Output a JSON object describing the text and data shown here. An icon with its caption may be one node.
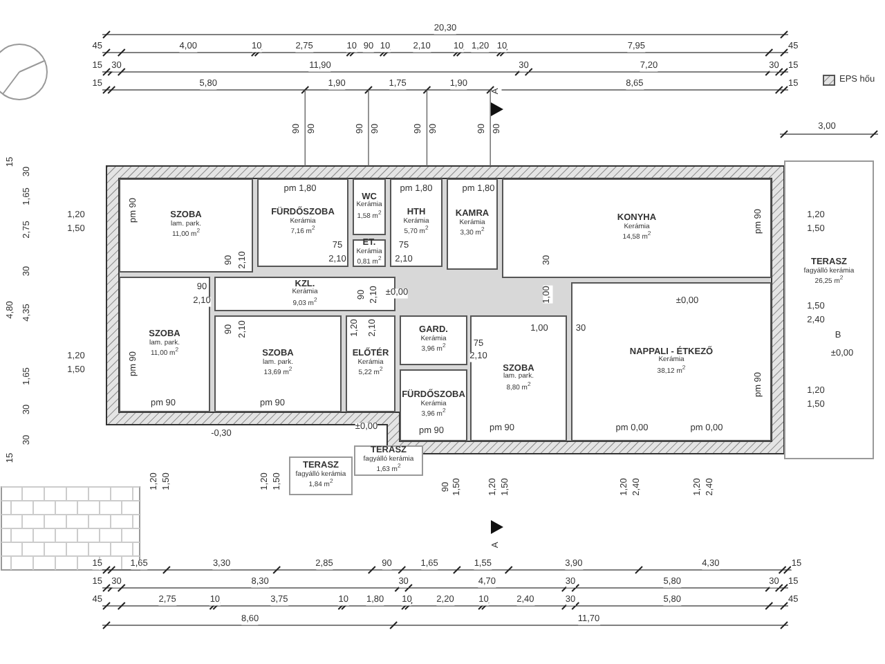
{
  "diagram": {
    "nodes": [
      {
        "text": [
          "SZOBA",
          "lam. park.",
          "11,00 m$^{2}$"
        ]
      },
      {
        "text": [
          "FÜRDŐSZOBA",
          "Kerámia",
          "7,16 m$^{2}$"
        ]
      },
      {
        "text": [
          "WC",
          "Kerámia",
          "1,58 m$^{2}$"
        ]
      },
      {
        "text": [
          "HTH",
          "Kerámia",
          "5,70 m$^{2}$"
        ]
      },
      {
        "text": [
          "ET.",
          "Kerámia",
          "0,81 m$^{2}$"
        ]
      },
      {
        "text": [
          "KAMRA",
          "Kerámia",
          "3,30 m$^{2}$"
        ]
      },
      {
        "text": [
          "KONYHA",
          "Kerámia",
          "14,58 m$^{2}$"
        ]
      },
      {
        "text": [
          "KZL.",
          "Kerámia",
          "9,03 m$^{2}$"
        ]
      },
      {
        "text": [
          "SZOBA",
          "lam. park.",
          "11,00 m$^{2}$"
        ]
      },
      {
        "text": [
          "SZOBA",
          "lam. park.",
          "13,69 m$^{2}$"
        ]
      },
      {
        "text": [
          "ELŐTÉR",
          "Kerámia",
          "5,22 m$^{2}$"
        ]
      },
      {
        "text": [
          "GARD.",
          "Kerámia",
          "3,96 m$^{2}$"
        ]
      },
      {
        "text": [
          "FÜRDŐSZOBA",
          "Kerámia",
          "3,96 m$^{2}$"
        ]
      },
      {
        "text": [
          "SZOBA",
          "lam. park.",
          "8,80 m$^{2}$"
        ]
      },
      {
        "text": [
          "NAPPALI - ÉTKEZŐ",
          "Kerámia",
          "38,12 m$^{2}$"
        ]
      },
      {
        "text": [
          "TERASZ",
          "fagyálló kerámia",
          "26,25 m$^{2}$"
        ]
      },
      {
        "text": [
          "TERASZ",
          "fagyálló kerámia",
          "1,84 m$^{2}$"
        ]
      },
      {
        "text": [
          "TERASZ",
          "fagyálló kerámia",
          "1,63 m$^{2}$"
        ]
      }
    ],
    "labels": [
      "20,30",
      "45",
      "4,00",
      "10",
      "2,75",
      "10",
      "90",
      "10",
      "2,10",
      "10",
      "1,20",
      "10",
      "7,95",
      "45",
      "15",
      "30",
      "11,90",
      "30",
      "7,20",
      "30",
      "15",
      "15",
      "5,80",
      "1,90",
      "1,75",
      "1,90",
      "8,65",
      "15",
      "A",
      "90",
      "90",
      "90",
      "90",
      "90",
      "90",
      "90",
      "90",
      "3,00",
      "15",
      "4,80",
      "15",
      "30",
      "1,65",
      "2,75",
      "30",
      "4,35",
      "1,65",
      "30",
      "30",
      "1,20",
      "1,50",
      "1,20",
      "1,50",
      "pm 90",
      "pm 1,80",
      "pm 1,80",
      "pm 1,80",
      "pm 90",
      "pm 90",
      "pm 90",
      "pm 90",
      "pm 90",
      "pm 0,00",
      "pm 0,00",
      "pm 90",
      "pm 90",
      "1,20",
      "1,50",
      "1,50",
      "2,40",
      "1,20",
      "1,50",
      "B",
      "±0,00",
      "±0,00",
      "±0,00",
      "-0,30",
      "±0,00",
      "90",
      "2,10",
      "90",
      "2,10",
      "90",
      "2,10",
      "75",
      "2,10",
      "75",
      "2,10",
      "90",
      "2,10",
      "1,20",
      "2,10",
      "30",
      "1,00",
      "1,00",
      "30",
      "75",
      "2,10",
      "1,20",
      "1,50",
      "1,20",
      "1,50",
      "90",
      "1,50",
      "1,20",
      "1,50",
      "1,20",
      "2,40",
      "1,20",
      "2,40",
      "A",
      "15",
      "1,65",
      "3,30",
      "2,85",
      "90",
      "1,65",
      "1,55",
      "3,90",
      "4,30",
      "15",
      "15",
      "30",
      "8,30",
      "30",
      "4,70",
      "30",
      "5,80",
      "30",
      "15",
      "45",
      "2,75",
      "10",
      "3,75",
      "10",
      "1,80",
      "10",
      "2,20",
      "10",
      "2,40",
      "30",
      "5,80",
      "45",
      "8,60",
      "11,70"
    ],
    "legend": [
      {
        "text": "EPS hőu"
      }
    ]
  }
}
